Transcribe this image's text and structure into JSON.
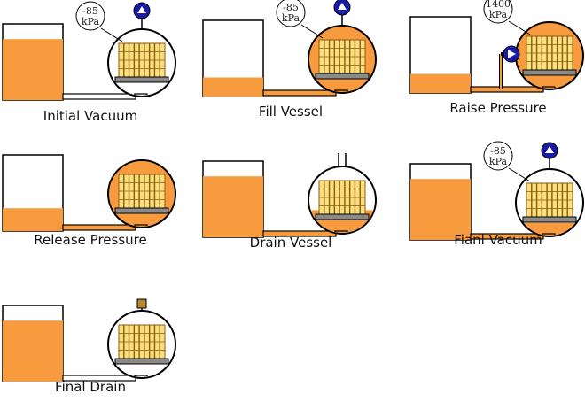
{
  "colors": {
    "liquid": "#F89B3F",
    "outline": "#000000",
    "pipe_fill": "#F89B3F",
    "empty": "#ffffff",
    "pump": "#1a1aa8",
    "plug": "#b8862d",
    "rack_stripe": "#8b5a14",
    "rack_fill": "#fae07a",
    "plate": "#8a8a8a"
  },
  "panels": [
    {
      "caption": "Initial Vacuum",
      "tank_level": 0.8,
      "vessel_level": 0.0,
      "pipe_filled": false,
      "gauge_text": [
        "-85",
        "kPa"
      ],
      "gauge_visible": true,
      "valve_icon": true,
      "pump_icon": false,
      "vent_pipe": false,
      "plug": false
    },
    {
      "caption": "Fill Vessel",
      "tank_level": 0.25,
      "vessel_level": 1.0,
      "pipe_filled": true,
      "gauge_text": [
        "-85",
        "kPa"
      ],
      "gauge_visible": true,
      "valve_icon": true,
      "pump_icon": false,
      "vent_pipe": false,
      "plug": false
    },
    {
      "caption": "Raise Pressure",
      "tank_level": 0.25,
      "vessel_level": 1.0,
      "pipe_filled": true,
      "gauge_text": [
        "1400",
        "kPa"
      ],
      "gauge_visible": true,
      "valve_icon": false,
      "pump_icon": true,
      "vent_pipe": false,
      "plug": false
    },
    {
      "caption": "Release Pressure",
      "tank_level": 0.3,
      "vessel_level": 1.0,
      "pipe_filled": true,
      "gauge_text": [],
      "gauge_visible": false,
      "valve_icon": false,
      "pump_icon": false,
      "vent_pipe": false,
      "plug": false
    },
    {
      "caption": "Drain Vessel",
      "tank_level": 0.8,
      "vessel_level": 0.35,
      "pipe_filled": true,
      "gauge_text": [],
      "gauge_visible": false,
      "valve_icon": false,
      "pump_icon": false,
      "vent_pipe": true,
      "plug": false
    },
    {
      "caption": "Fianl Vacuum",
      "tank_level": 0.8,
      "vessel_level": 0.2,
      "pipe_filled": true,
      "gauge_text": [
        "-85",
        "kPa"
      ],
      "gauge_visible": true,
      "valve_icon": true,
      "pump_icon": false,
      "vent_pipe": false,
      "plug": false
    },
    {
      "caption": "Final Drain",
      "tank_level": 0.8,
      "vessel_level": 0.0,
      "pipe_filled": false,
      "gauge_text": [],
      "gauge_visible": false,
      "valve_icon": false,
      "pump_icon": false,
      "vent_pipe": false,
      "plug": true
    }
  ]
}
